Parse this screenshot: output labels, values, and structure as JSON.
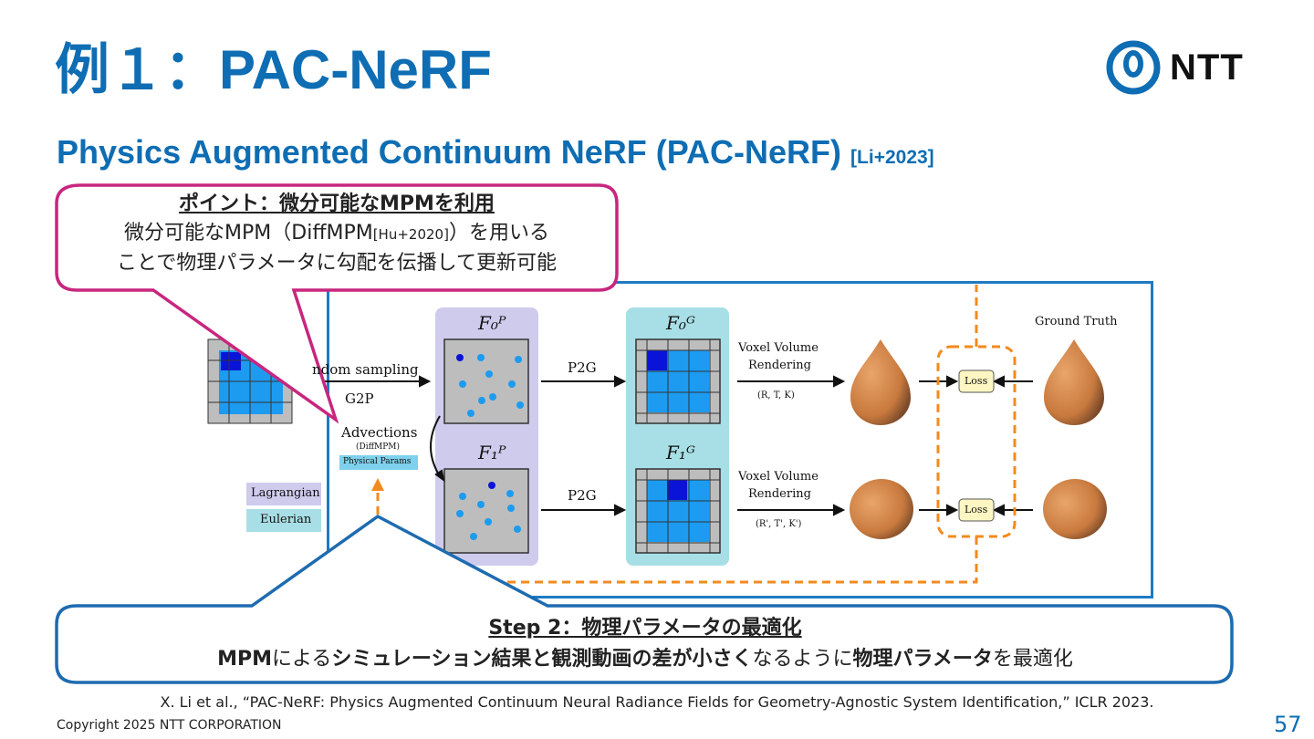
{
  "title": "例１：PAC-NeRF",
  "subtitle": {
    "text": "Physics Augmented Continuum NeRF (PAC-NeRF)",
    "ref": "[Li+2023]"
  },
  "logo": {
    "text": "NTT",
    "icon": "ntt-logo-icon"
  },
  "callout_top": {
    "heading": "ポイント：微分可能なMPMを利用",
    "line1_a": "微分可能なMPM（DiffMPM",
    "line1_ref": "[Hu+2020]",
    "line1_b": "）を用いる",
    "line2": "ことで物理パラメータに勾配を伝播して更新可能"
  },
  "callout_bottom": {
    "heading": "Step 2：物理パラメータの最適化",
    "seg1": "MPM",
    "seg2": "による",
    "seg3": "シミュレーション結果と観測動画の差が小さく",
    "seg4": "なるように",
    "seg5": "物理パラメータ",
    "seg6": "を最適化"
  },
  "figure": {
    "random_sampling": "ndom sampling",
    "g2p": "G2P",
    "advections": "Advections",
    "diffmpm": "(DiffMPM)",
    "physical_params": "Physical Params",
    "lagrangian": "Lagrangian",
    "eulerian": "Eulerian",
    "p2g_top": "P2G",
    "p2g_bottom": "P2G",
    "fp0": "F₀ᴾ",
    "fp1": "F₁ᴾ",
    "fg0": "F₀ᴳ",
    "fg1": "F₁ᴳ",
    "voxel_top_1": "Voxel Volume",
    "voxel_top_2": "Rendering",
    "voxel_top_3": "(R, T, K)",
    "voxel_bottom_1": "Voxel Volume",
    "voxel_bottom_2": "Rendering",
    "voxel_bottom_3": "(R', T', K')",
    "loss_top": "Loss",
    "loss_bottom": "Loss",
    "ground_truth": "Ground Truth",
    "colors": {
      "lagrangian": "#cfcbed",
      "eulerian": "#a8dfe6",
      "blue_cell": "#1c9bf0",
      "dark_cell": "#0a14d8",
      "droplet": "#c97a3e"
    }
  },
  "citation": "X. Li et al., “PAC-NeRF: Physics Augmented Continuum Neural Radiance Fields for Geometry-Agnostic System Identification,” ICLR 2023.",
  "copyright": "Copyright 2025 NTT CORPORATION",
  "page_number": "57"
}
